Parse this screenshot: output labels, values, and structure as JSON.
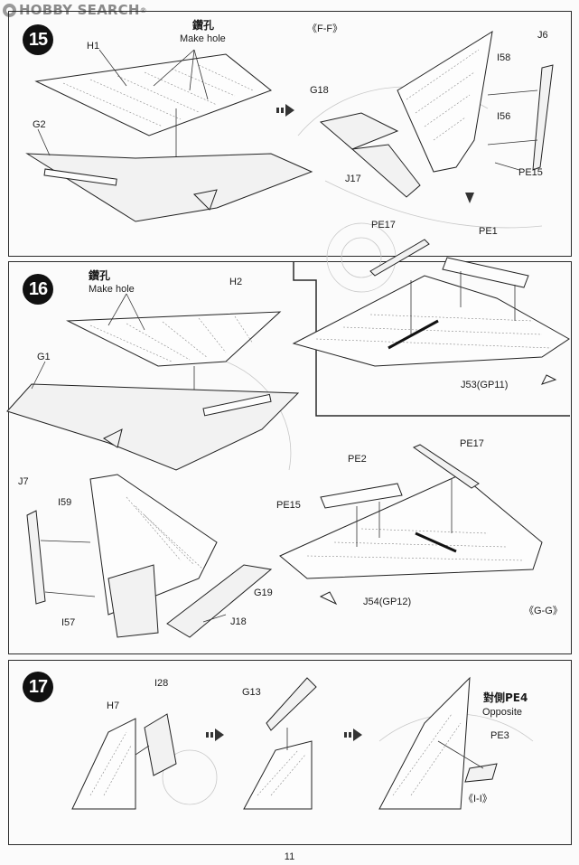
{
  "watermark": {
    "brand": "HOBBY SEARCH",
    "registered": "®"
  },
  "page_number": "11",
  "steps": [
    {
      "number": "15",
      "labels": {
        "make_hole_cjk": "鑽孔",
        "make_hole": "Make hole",
        "h1": "H1",
        "g2": "G2",
        "view": "《F-F》",
        "g18": "G18",
        "j17": "J17",
        "j6": "J6",
        "i58": "I58",
        "i56": "I56",
        "pe15": "PE15"
      }
    },
    {
      "number": "16",
      "labels": {
        "make_hole_cjk": "鑽孔",
        "make_hole": "Make hole",
        "h2": "H2",
        "g1": "G1",
        "pe17_top": "PE17",
        "pe1": "PE1",
        "j53": "J53(GP11)",
        "j7": "J7",
        "i59": "I59",
        "i57": "I57",
        "g19": "G19",
        "j18": "J18",
        "pe2": "PE2",
        "pe17_bottom": "PE17",
        "pe15": "PE15",
        "j54": "J54(GP12)",
        "view": "《G-G》"
      }
    },
    {
      "number": "17",
      "labels": {
        "h7": "H7",
        "i28": "I28",
        "g13": "G13",
        "opposite_cjk": "對側PE4",
        "opposite": "Opposite",
        "pe3": "PE3",
        "view": "《I-I》"
      }
    }
  ]
}
